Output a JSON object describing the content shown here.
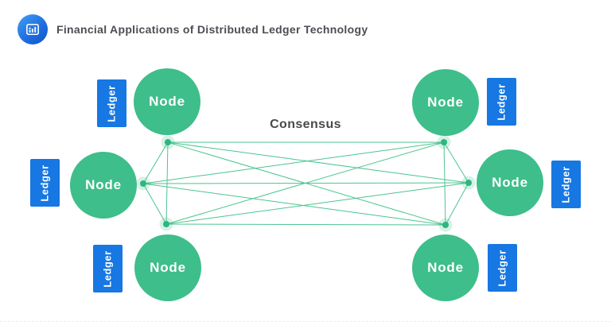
{
  "header": {
    "title": "Financial Applications of Distributed Ledger Technology",
    "logo_icon": "bar-chart-icon"
  },
  "diagram": {
    "consensus_label": "Consensus",
    "nodes": [
      {
        "id": "top-left",
        "label": "Node"
      },
      {
        "id": "middle-left",
        "label": "Node"
      },
      {
        "id": "bottom-left",
        "label": "Node"
      },
      {
        "id": "top-right",
        "label": "Node"
      },
      {
        "id": "middle-right",
        "label": "Node"
      },
      {
        "id": "bottom-right",
        "label": "Node"
      }
    ],
    "ledgers": [
      {
        "id": "left-top",
        "label": "Ledger"
      },
      {
        "id": "left-middle",
        "label": "Ledger"
      },
      {
        "id": "left-bottom",
        "label": "Ledger"
      },
      {
        "id": "right-top",
        "label": "Ledger"
      },
      {
        "id": "right-middle",
        "label": "Ledger"
      },
      {
        "id": "right-bottom",
        "label": "Ledger"
      }
    ],
    "topology": "full-mesh"
  },
  "colors": {
    "node_green": "#3ebe8a",
    "mesh_line_green": "#4cc492",
    "dot_green": "#2fb57f",
    "ledger_blue": "#1777e3",
    "logo_blue_light": "#46a0f2",
    "logo_blue_dark": "#1153cd",
    "title_gray": "#4b4e53",
    "consensus_gray": "#4a4a4a",
    "background": "#ffffff"
  }
}
